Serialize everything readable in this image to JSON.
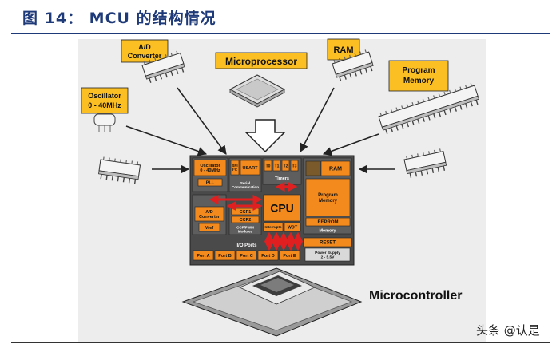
{
  "title": "图 14： MCU 的结构情况",
  "watermark": "头条 @认是",
  "components": {
    "ad_converter": "A/D\nConverter",
    "microprocessor": "Microprocessor",
    "ram": "RAM",
    "program_memory": "Program\nMemory",
    "oscillator": "Oscillator\n0 - 40MHz"
  },
  "chip_title": "Microcontroller",
  "blocks": {
    "oscillator": "Oscillator\n0 - 40MHz",
    "pll": "PLL",
    "spi": "SPI\nI²C",
    "usart": "USART",
    "serial_comm": "Serial\nCommunication",
    "t0": "T0",
    "t1": "T1",
    "t2": "T2",
    "t3": "T3",
    "timers": "Timers",
    "ram": "RAM",
    "program_memory": "Program\nMemory",
    "eeprom": "EEPROM",
    "memory": "Memory",
    "ad_converter": "A/D\nConverter",
    "vref": "Vref",
    "ccp1": "CCP1",
    "ccp2": "CCP2",
    "ccp_pwm": "CCP/PWM\nModules",
    "cpu": "CPU",
    "interrupts": "Interrupts",
    "wdt": "WDT",
    "reset": "RESET",
    "power_supply": "Power Supply\n2 - 5.5V",
    "io_ports": "I/O Ports",
    "ports": [
      "Port A",
      "Port B",
      "Port C",
      "Port D",
      "Port E"
    ]
  },
  "colors": {
    "title": "#1e3a78",
    "orange": "#f28a1e",
    "label_bg": "#fbbf24",
    "board": "#4a4a4a",
    "arrow_red": "#e02020"
  }
}
